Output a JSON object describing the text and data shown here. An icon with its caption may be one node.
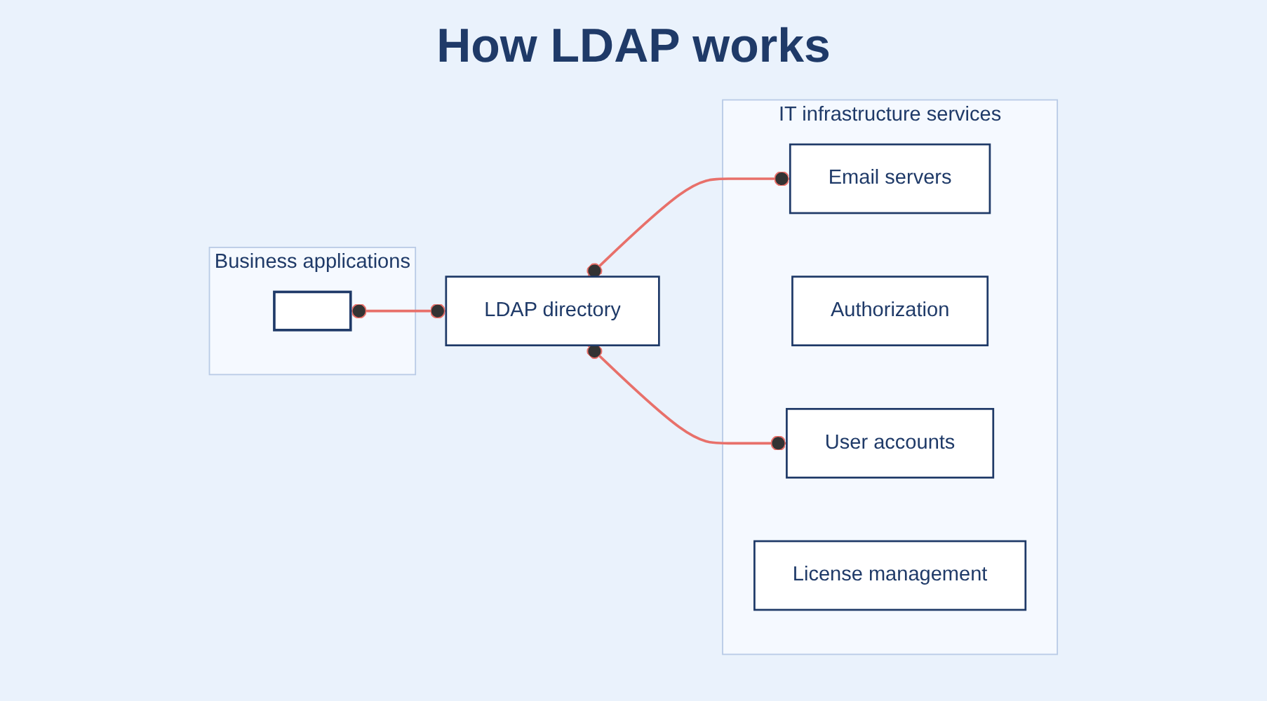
{
  "diagram": {
    "title": "How LDAP works",
    "nodes": [
      {
        "text": [
          "Business applications"
        ]
      },
      {
        "text": [],
        "shape": "picture",
        "in": 0
      },
      {
        "text": [
          "LDAP directory"
        ]
      },
      {
        "text": [
          "IT infrastructure services"
        ]
      },
      {
        "text": [
          "Email servers"
        ],
        "in": 3
      },
      {
        "text": [
          "Authorization"
        ],
        "in": 3
      },
      {
        "text": [
          "User accounts"
        ],
        "in": 3
      },
      {
        "text": [
          "License management"
        ],
        "in": 3
      }
    ],
    "edges": [
      {
        "from": 1,
        "to": 2,
        "arrow": "other",
        "color": "#e8706a"
      },
      {
        "from": 2,
        "to": 4,
        "arrow": "other",
        "color": "#e8706a"
      },
      {
        "from": 2,
        "to": 6,
        "arrow": "other",
        "color": "#e8706a"
      }
    ]
  }
}
